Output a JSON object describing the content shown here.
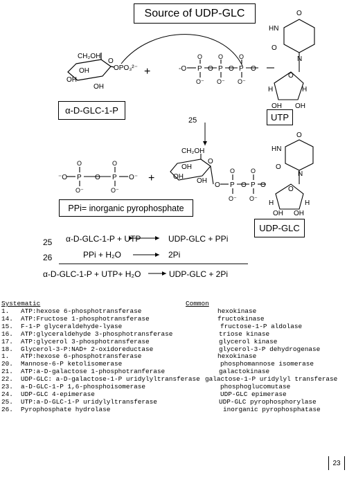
{
  "title": "Source of UDP-GLC",
  "labels": {
    "glc1p": "α-D-GLC-1-P",
    "utp": "UTP",
    "ppi": "PPi= inorganic pyrophosphate",
    "udpglc": "UDP-GLC",
    "enzyme_number": "25",
    "plus1": "+",
    "plus2": "+"
  },
  "structures": {
    "ch2oh": "CH₂OH",
    "oh": "OH",
    "o": "O",
    "h": "H",
    "n": "N",
    "hn": "HN",
    "p": "P",
    "opo3": "OPO₃²⁻",
    "o_minus": "⁻O",
    "o_minus2": "O⁻",
    "o_minus3": "⁻O",
    "dash_o": "-O"
  },
  "equations": [
    {
      "num": "25",
      "left": "α-D-GLC-1-P + UTP",
      "right": "UDP-GLC + PPi"
    },
    {
      "num": "26",
      "left": "PPi + H₂O",
      "right": "2Pi"
    }
  ],
  "net_equation": {
    "left": "α-D-GLC-1-P + UTP+ H₂O",
    "right": "UDP-GLC + 2Pi"
  },
  "enzyme_table": {
    "header_systematic": "Systematic",
    "header_common": "Common",
    "rows": [
      {
        "num": "1.",
        "systematic": "ATP:hexose 6-phosphotransferase",
        "common": "hexokinase"
      },
      {
        "num": "14.",
        "systematic": "ATP:Fructose 1-phosphotransferase",
        "common": "fructokinase"
      },
      {
        "num": "15.",
        "systematic": "F-1-P glyceraldehyde-lyase",
        "common": "fructose-1-P aldolase"
      },
      {
        "num": "16.",
        "systematic": "ATP:glyceraldehyde 3-phosphotransferase",
        "common": "triose kinase"
      },
      {
        "num": "17.",
        "systematic": "ATP:glycerol 3-phosphotransferase",
        "common": "glycerol kinase"
      },
      {
        "num": "18.",
        "systematic": "Glycerol-3-P:NAD+ 2-oxidoreductase",
        "common": "glycerol-3-P dehydrogenase"
      },
      {
        "num": "1.",
        "systematic": "ATP:hexose 6-phosphotransferase",
        "common": "hexokinase"
      },
      {
        "num": "20.",
        "systematic": "Mannose-6-P ketolisomerase",
        "common": "phosphomannose isomerase"
      },
      {
        "num": "21.",
        "systematic": "ATP:a-D-galactose 1-phosphotranferase",
        "common": "galactokinase"
      },
      {
        "num": "22.",
        "systematic": "UDP-GLC: a-D-galactose-1-P uridylyltransferase",
        "common": "galactose-1-P uridylyl transferase"
      },
      {
        "num": "23.",
        "systematic": "a-D-GLC-1-P 1,6-phosphoisomerase",
        "common": "phosphoglucomutase"
      },
      {
        "num": "24.",
        "systematic": "UDP-GLC 4-epimerase",
        "common": "UDP-GLC epimerase"
      },
      {
        "num": "25.",
        "systematic": "UTP:a-D-GLC-1-P uridylyltransferase",
        "common": "UDP-GLC pyrophosphorylase"
      },
      {
        "num": "26.",
        "systematic": "Pyrophosphate hydrolase",
        "common": "inorganic pyrophosphatase"
      }
    ]
  },
  "page_number": "23"
}
